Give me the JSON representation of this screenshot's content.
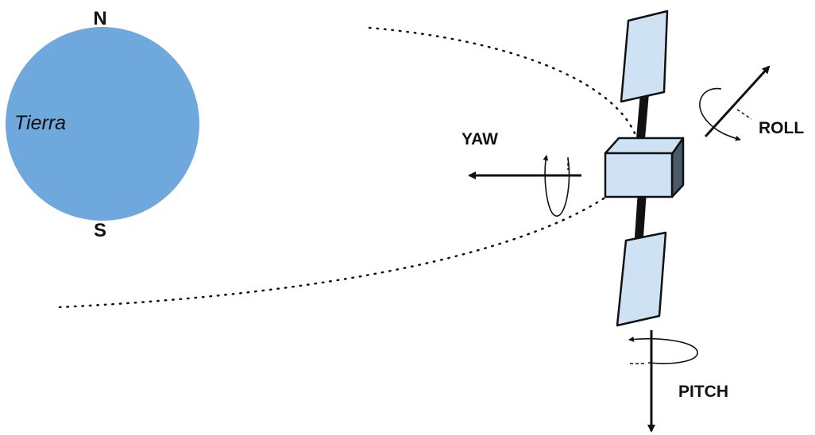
{
  "earth": {
    "name": "Tierra",
    "north_label": "N",
    "south_label": "S",
    "color": "#6fa8dc"
  },
  "satellite": {
    "panel_color": "#cfe2f3",
    "body_color": "#cfe2f3",
    "body_side_color": "#4a5a6a",
    "outline_color": "#111111"
  },
  "axes": {
    "yaw_label": "YAW",
    "roll_label": "ROLL",
    "pitch_label": "PITCH"
  }
}
